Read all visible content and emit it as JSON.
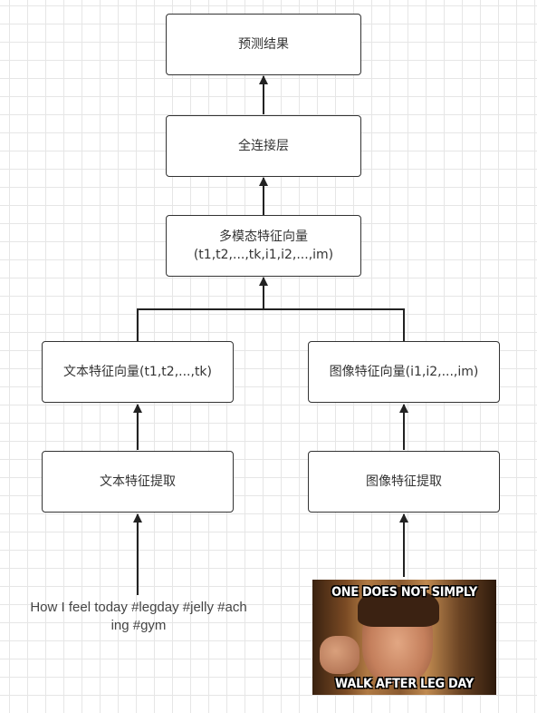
{
  "nodes": {
    "prediction": "预测结果",
    "fully_connected": "全连接层",
    "multimodal_line1": "多模态特征向量",
    "multimodal_line2": "(t1,t2,...,tk,i1,i2,...,im)",
    "text_vector": "文本特征向量(t1,t2,...,tk)",
    "image_vector": "图像特征向量(i1,i2,...,im)",
    "text_extract": "文本特征提取",
    "image_extract": "图像特征提取"
  },
  "input_text": {
    "line1": "How I feel today #legday #jelly #ach",
    "line2": "ing #gym"
  },
  "input_image": {
    "top_text": "ONE DOES NOT SIMPLY",
    "bottom_text": "WALK AFTER LEG DAY"
  },
  "colors": {
    "line": "#222222",
    "node_border": "#333333",
    "grid": "#e6e6e6"
  }
}
